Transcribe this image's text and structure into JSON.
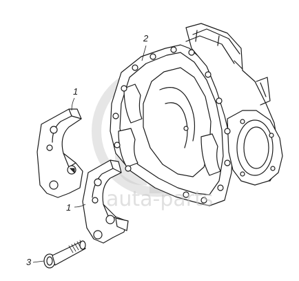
{
  "diagram": {
    "callouts": [
      {
        "id": "housing",
        "label": "2"
      },
      {
        "id": "cap-upper",
        "label": "1"
      },
      {
        "id": "cap-lower",
        "label": "1"
      },
      {
        "id": "bolt",
        "label": "3"
      }
    ],
    "watermark": {
      "text": "auta-parts"
    }
  }
}
